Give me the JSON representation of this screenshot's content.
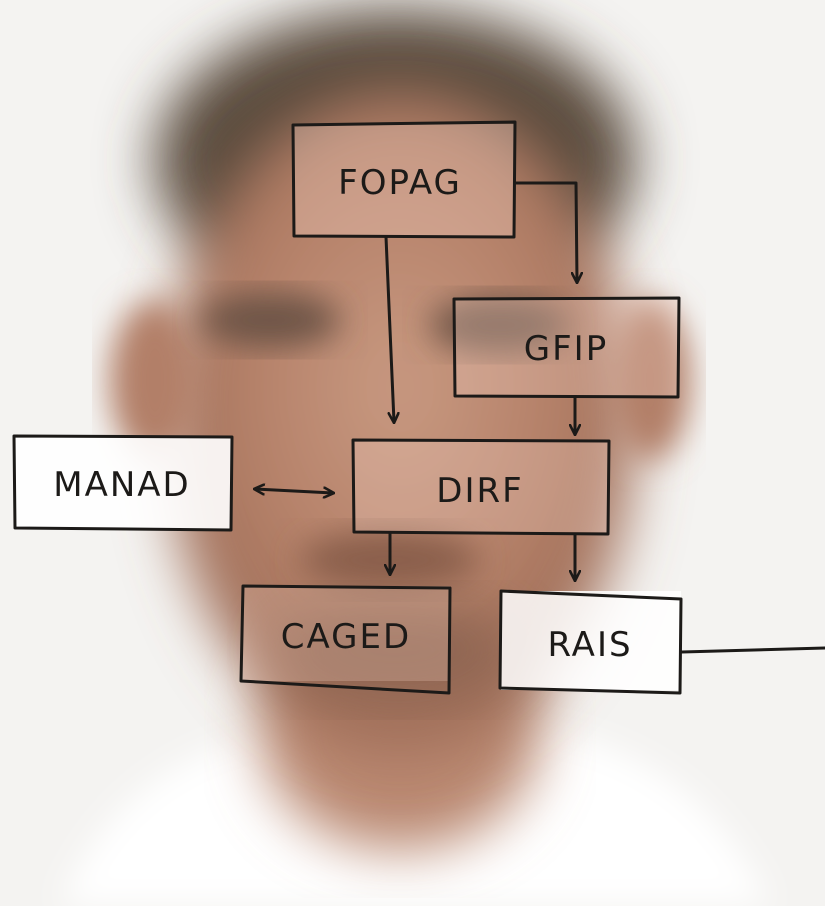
{
  "diagram": {
    "nodes": {
      "fopag": "FOPAG",
      "gfip": "GFIP",
      "manad": "MANAD",
      "dirf": "DIRF",
      "caged": "CAGED",
      "rais": "RAIS"
    },
    "edges": [
      {
        "from": "FOPAG",
        "to": "GFIP"
      },
      {
        "from": "FOPAG",
        "to": "DIRF"
      },
      {
        "from": "GFIP",
        "to": "DIRF"
      },
      {
        "from": "MANAD",
        "to": "DIRF",
        "bidirectional": true
      },
      {
        "from": "DIRF",
        "to": "CAGED"
      },
      {
        "from": "DIRF",
        "to": "RAIS"
      }
    ]
  },
  "colors": {
    "stroke": "#1c1a18",
    "background": "#f4f3f1"
  }
}
